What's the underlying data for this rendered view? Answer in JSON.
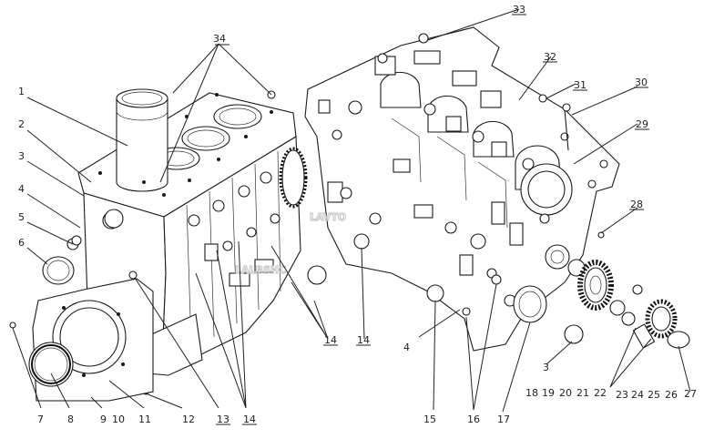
{
  "watermark": {
    "line1": "LAVTO",
    "line2": "LALBSHC"
  },
  "callouts": [
    {
      "id": "c1",
      "text": "1"
    },
    {
      "id": "c2",
      "text": "2"
    },
    {
      "id": "c3",
      "text": "3"
    },
    {
      "id": "c4",
      "text": "4"
    },
    {
      "id": "c5",
      "text": "5"
    },
    {
      "id": "c6",
      "text": "6"
    },
    {
      "id": "c7",
      "text": "7"
    },
    {
      "id": "c8",
      "text": "8"
    },
    {
      "id": "c9",
      "text": "9"
    },
    {
      "id": "c10",
      "text": "10"
    },
    {
      "id": "c11",
      "text": "11"
    },
    {
      "id": "c12",
      "text": "12"
    },
    {
      "id": "c13",
      "text": "13"
    },
    {
      "id": "c14a",
      "text": "14"
    },
    {
      "id": "c14b",
      "text": "14"
    },
    {
      "id": "c14c",
      "text": "14"
    },
    {
      "id": "c4b",
      "text": "4"
    },
    {
      "id": "c15",
      "text": "15"
    },
    {
      "id": "c16",
      "text": "16"
    },
    {
      "id": "c17",
      "text": "17"
    },
    {
      "id": "c3b",
      "text": "3"
    },
    {
      "id": "c18",
      "text": "18"
    },
    {
      "id": "c19",
      "text": "19"
    },
    {
      "id": "c20",
      "text": "20"
    },
    {
      "id": "c21",
      "text": "21"
    },
    {
      "id": "c22",
      "text": "22"
    },
    {
      "id": "c23",
      "text": "23"
    },
    {
      "id": "c24",
      "text": "24"
    },
    {
      "id": "c25",
      "text": "25"
    },
    {
      "id": "c26",
      "text": "26"
    },
    {
      "id": "c27",
      "text": "27"
    },
    {
      "id": "c28",
      "text": "28"
    },
    {
      "id": "c29",
      "text": "29"
    },
    {
      "id": "c30",
      "text": "30"
    },
    {
      "id": "c31",
      "text": "31"
    },
    {
      "id": "c32",
      "text": "32"
    },
    {
      "id": "c33",
      "text": "33"
    },
    {
      "id": "c34",
      "text": "34"
    }
  ]
}
